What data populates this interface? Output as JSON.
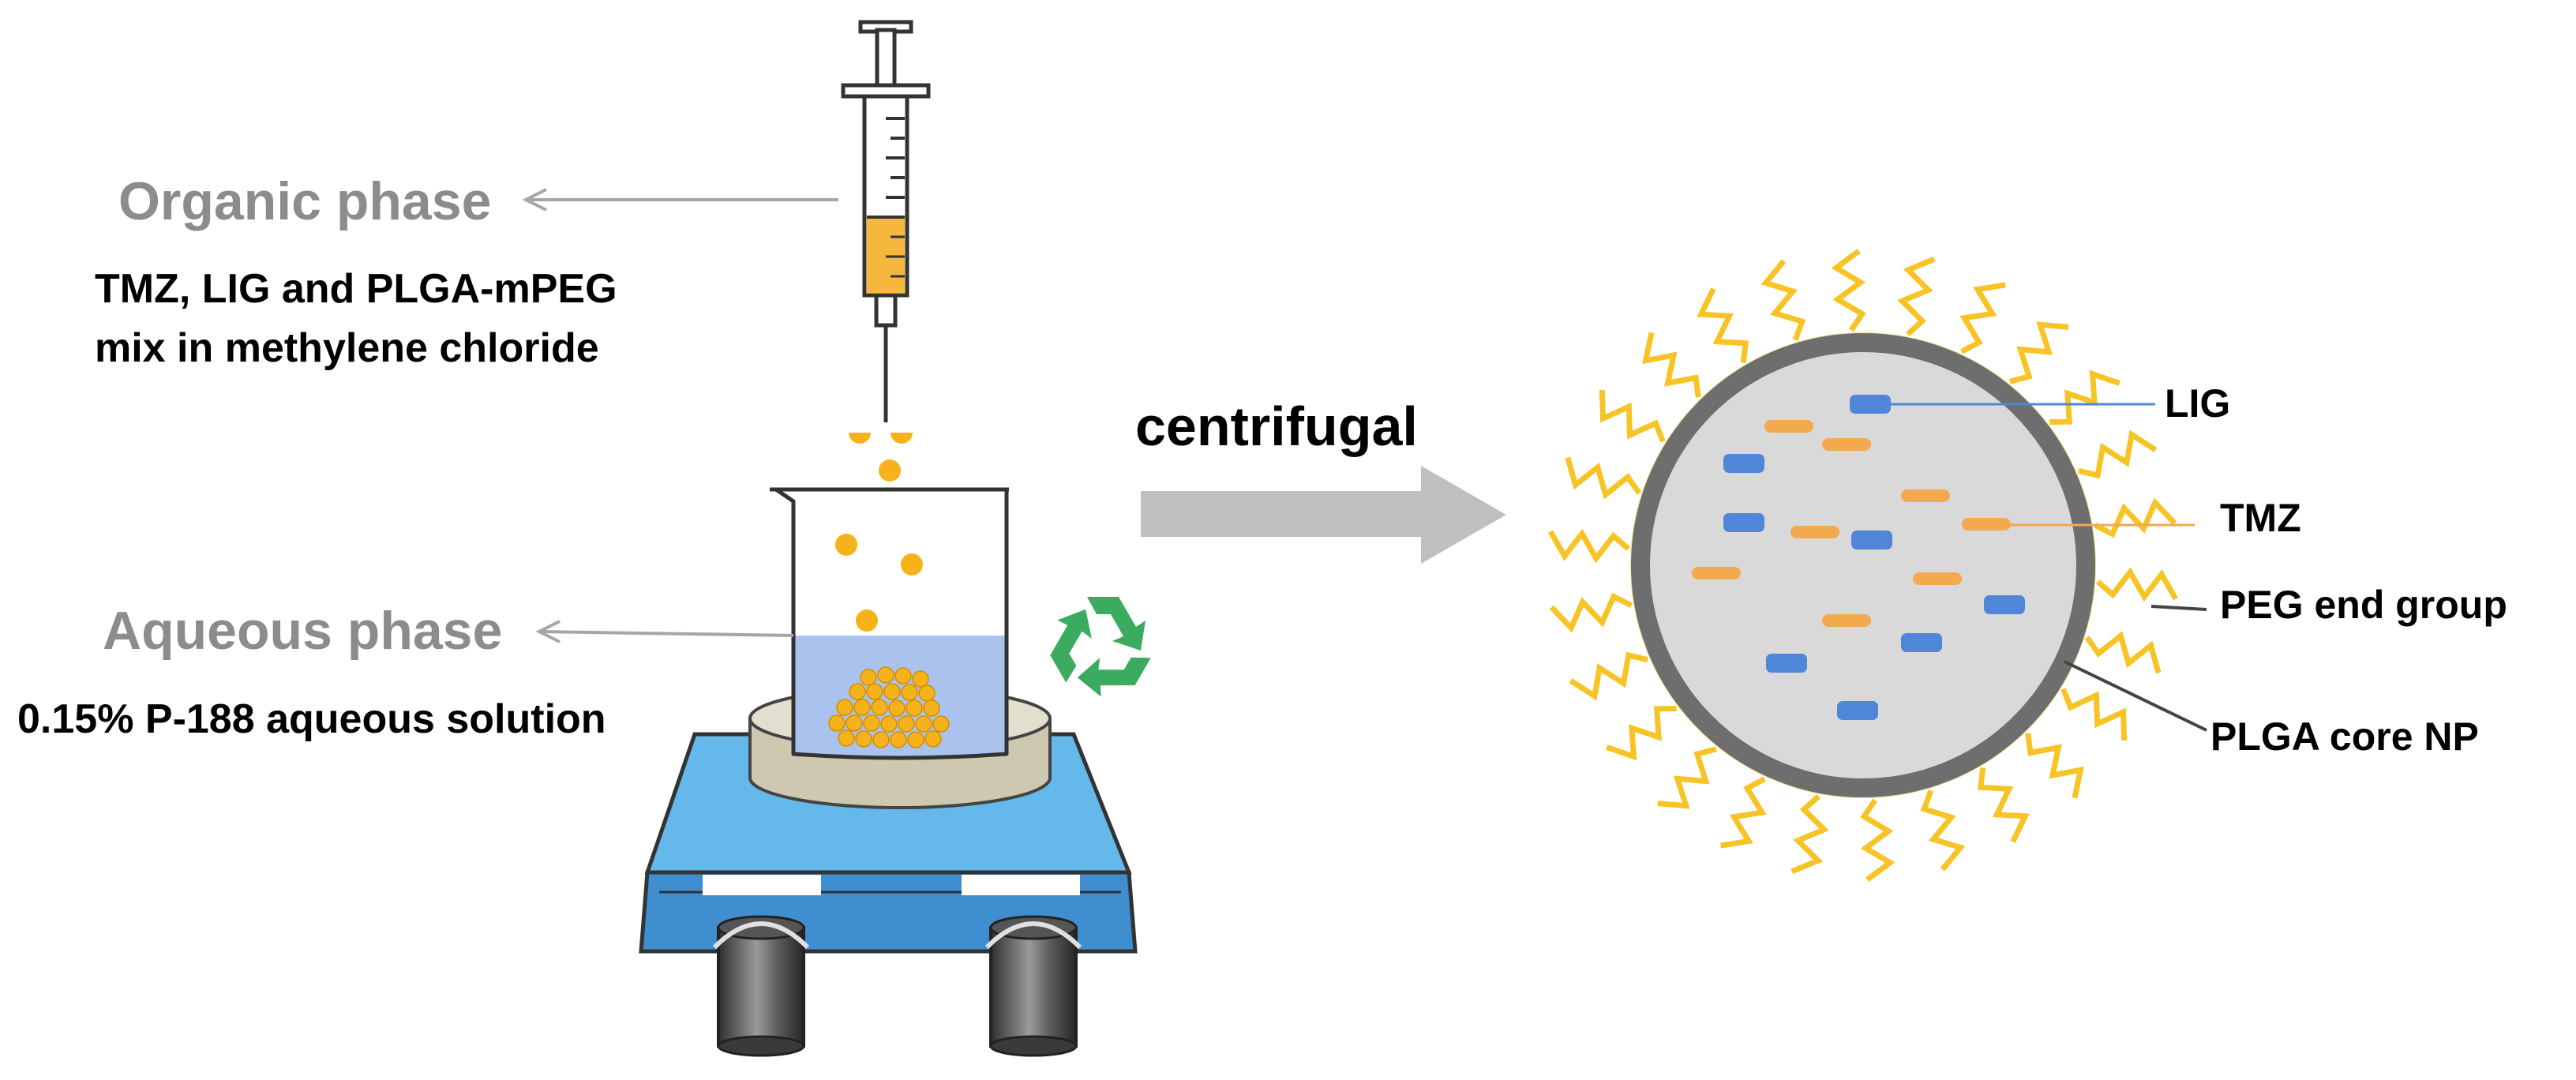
{
  "labels": {
    "organic_phase": "Organic phase",
    "organic_desc_line1": "TMZ, LIG and PLGA-mPEG",
    "organic_desc_line2": "mix in methylene chloride",
    "aqueous_phase": "Aqueous phase",
    "aqueous_desc": "0.15% P-188 aqueous solution",
    "process": "centrifugal",
    "lig": "LIG",
    "tmz": "TMZ",
    "peg": "PEG end group",
    "plga": "PLGA core NP"
  },
  "icons": {
    "syringe": "syringe-icon",
    "beaker": "beaker-icon",
    "stirrer": "magnetic-stirrer-icon",
    "recycle": "recycle-icon",
    "arrow": "right-arrow-icon",
    "nanoparticle": "nanoparticle-icon"
  },
  "colors": {
    "organic_liquid": "#f5b83d",
    "droplet": "#f5b21a",
    "aqueous_liquid": "#aac3ee",
    "stirrer_body": "#65b8ea",
    "recycle": "#3aab5f",
    "arrow": "#bfbfbf",
    "tmz": "#f3a94e",
    "lig": "#4f86d8",
    "peg_chain": "#f7c325",
    "core_fill": "#d9d9d9",
    "core_shell": "#6e6e6e"
  }
}
